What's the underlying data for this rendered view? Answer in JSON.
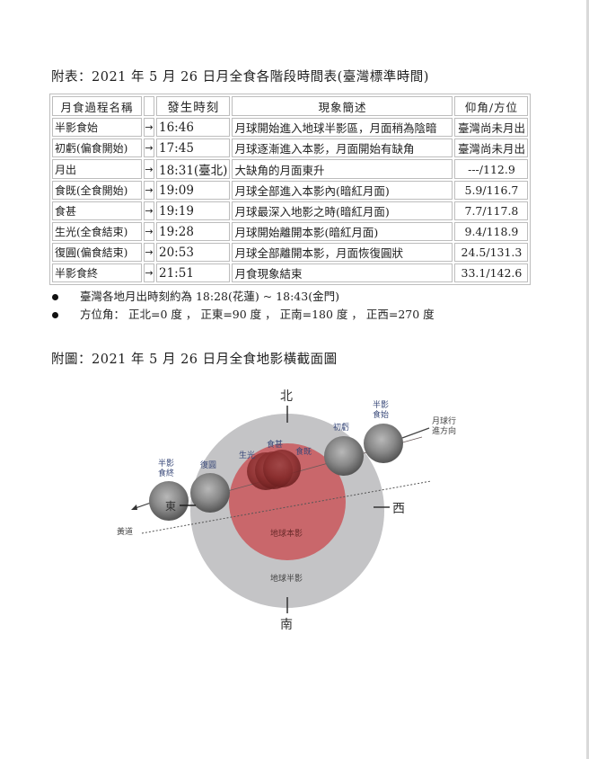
{
  "page": {
    "table_title": "附表：2021 年 5 月 26 日月全食各階段時間表(臺灣標準時間)",
    "figure_title": "附圖：2021 年 5 月 26 日月全食地影橫截面圖"
  },
  "table": {
    "headers": {
      "name": "月食過程名稱",
      "arrow": "",
      "time": "發生時刻",
      "description": "現象簡述",
      "angle": "仰角/方位"
    },
    "arrow_glyph": "→",
    "rows": [
      {
        "name": "半影食始",
        "time": "16:46",
        "description": "月球開始進入地球半影區，月面稍為陰暗",
        "angle": "臺灣尚未月出"
      },
      {
        "name": "初虧(偏食開始)",
        "time": "17:45",
        "description": "月球逐漸進入本影，月面開始有缺角",
        "angle": "臺灣尚未月出"
      },
      {
        "name": "月出",
        "time": "18:31(臺北)",
        "description": "大缺角的月面東升",
        "angle": "---/112.9"
      },
      {
        "name": "食既(全食開始)",
        "time": "19:09",
        "description": "月球全部進入本影內(暗紅月面)",
        "angle": "5.9/116.7"
      },
      {
        "name": "食甚",
        "time": "19:19",
        "description": "月球最深入地影之時(暗紅月面)",
        "angle": "7.7/117.8"
      },
      {
        "name": "生光(全食結束)",
        "time": "19:28",
        "description": "月球開始離開本影(暗紅月面)",
        "angle": "9.4/118.9"
      },
      {
        "name": "復圓(偏食結束)",
        "time": "20:53",
        "description": "月球全部離開本影，月面恢復圓狀",
        "angle": "24.5/131.3"
      },
      {
        "name": "半影食終",
        "time": "21:51",
        "description": "月食現象結束",
        "angle": "33.1/142.6"
      }
    ]
  },
  "notes": [
    "臺灣各地月出時刻約為 18:28(花蓮) ~ 18:43(金門)",
    "方位角： 正北=0 度 ， 正東=90 度 ， 正南=180 度 ， 正西=270 度"
  ],
  "diagram": {
    "directions": {
      "north": "北",
      "south": "南",
      "east": "東",
      "west": "西"
    },
    "penumbra_label": "地球半影",
    "umbra_label": "地球本影",
    "ecliptic_label": "黃道",
    "moon_direction_label": [
      "月球行",
      "進方向"
    ],
    "moon_labels": {
      "penumbral_start": [
        "半影",
        "食始"
      ],
      "first_contact": "初虧",
      "total_start": "食既",
      "greatest": "食甚",
      "total_end": "生光",
      "last_contact": "復圓",
      "penumbral_end": [
        "半影",
        "食終"
      ]
    },
    "colors": {
      "penumbra": "#c4c4c6",
      "umbra": "#c9676b",
      "moon_gray": "#8d8d8d",
      "moon_eclipsed": "#8a2e2e",
      "moon_label": "#3a4a7a"
    }
  }
}
